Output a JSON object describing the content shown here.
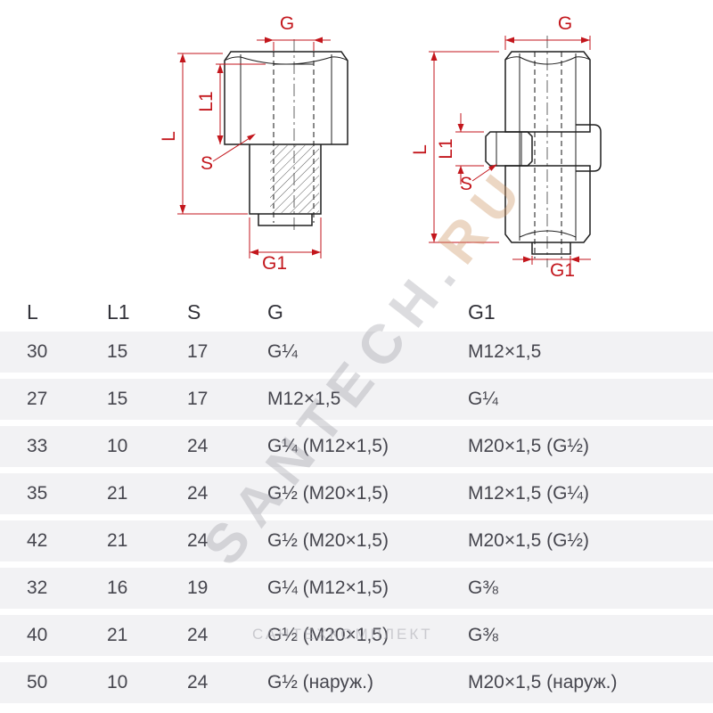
{
  "drawings": {
    "dimension_color": "#c3161c",
    "labels": {
      "G": "G",
      "L": "L",
      "L1": "L1",
      "S": "S",
      "G1": "G1"
    }
  },
  "watermark": {
    "main_gray": "SANTECH.",
    "main_accent": "RU",
    "secondary": "САНТЕХКОМПЛЕКТ"
  },
  "table": {
    "headers": [
      "L",
      "L1",
      "S",
      "G",
      "G1"
    ],
    "rows": [
      [
        "30",
        "15",
        "17",
        "G¼",
        "M12×1,5"
      ],
      [
        "27",
        "15",
        "17",
        "M12×1,5",
        "G¼"
      ],
      [
        "33",
        "10",
        "24",
        "G¼ (M12×1,5)",
        "M20×1,5 (G½)"
      ],
      [
        "35",
        "21",
        "24",
        "G½ (M20×1,5)",
        "M12×1,5 (G¼)"
      ],
      [
        "42",
        "21",
        "24",
        "G½ (M20×1,5)",
        "M20×1,5 (G½)"
      ],
      [
        "32",
        "16",
        "19",
        "G¼ (M12×1,5)",
        "G⅜"
      ],
      [
        "40",
        "21",
        "24",
        "G½ (M20×1,5)",
        "G⅜"
      ],
      [
        "50",
        "10",
        "24",
        "G½ (наруж.)",
        "M20×1,5 (наруж.)"
      ]
    ]
  }
}
